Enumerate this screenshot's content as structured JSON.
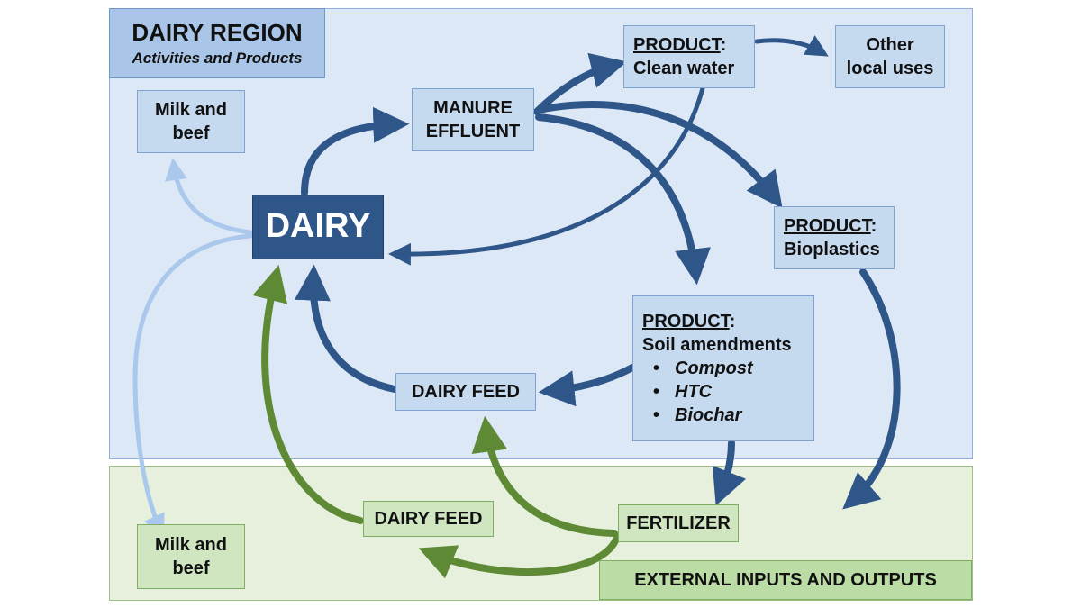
{
  "regions": {
    "dairy_region": {
      "title": "DAIRY REGION",
      "subtitle": "Activities and Products"
    },
    "external": {
      "title": "EXTERNAL INPUTS AND OUTPUTS"
    }
  },
  "nodes": {
    "dairy": "DAIRY",
    "milk_beef_region": [
      "Milk and",
      "beef"
    ],
    "milk_beef_external": [
      "Milk and",
      "beef"
    ],
    "manure": [
      "MANURE",
      "EFFLUENT"
    ],
    "clean_water": {
      "label": "PRODUCT",
      "suffix": ":",
      "text": "Clean water"
    },
    "other_uses": [
      "Other",
      "local uses"
    ],
    "bioplastics": {
      "label": "PRODUCT",
      "suffix": ":",
      "text": "Bioplastics"
    },
    "soil": {
      "label": "PRODUCT",
      "suffix": ":",
      "text": "Soil amendments",
      "items": [
        "Compost",
        "HTC",
        "Biochar"
      ]
    },
    "dairy_feed_region": "DAIRY FEED",
    "dairy_feed_external": "DAIRY FEED",
    "fertilizer": "FERTILIZER"
  },
  "colors": {
    "dark_blue": "#2f5689",
    "light_blue": "#a9c8ec",
    "green": "#5e8a35",
    "region_blue": "#dde8f6",
    "region_green": "#e6f0dc"
  }
}
